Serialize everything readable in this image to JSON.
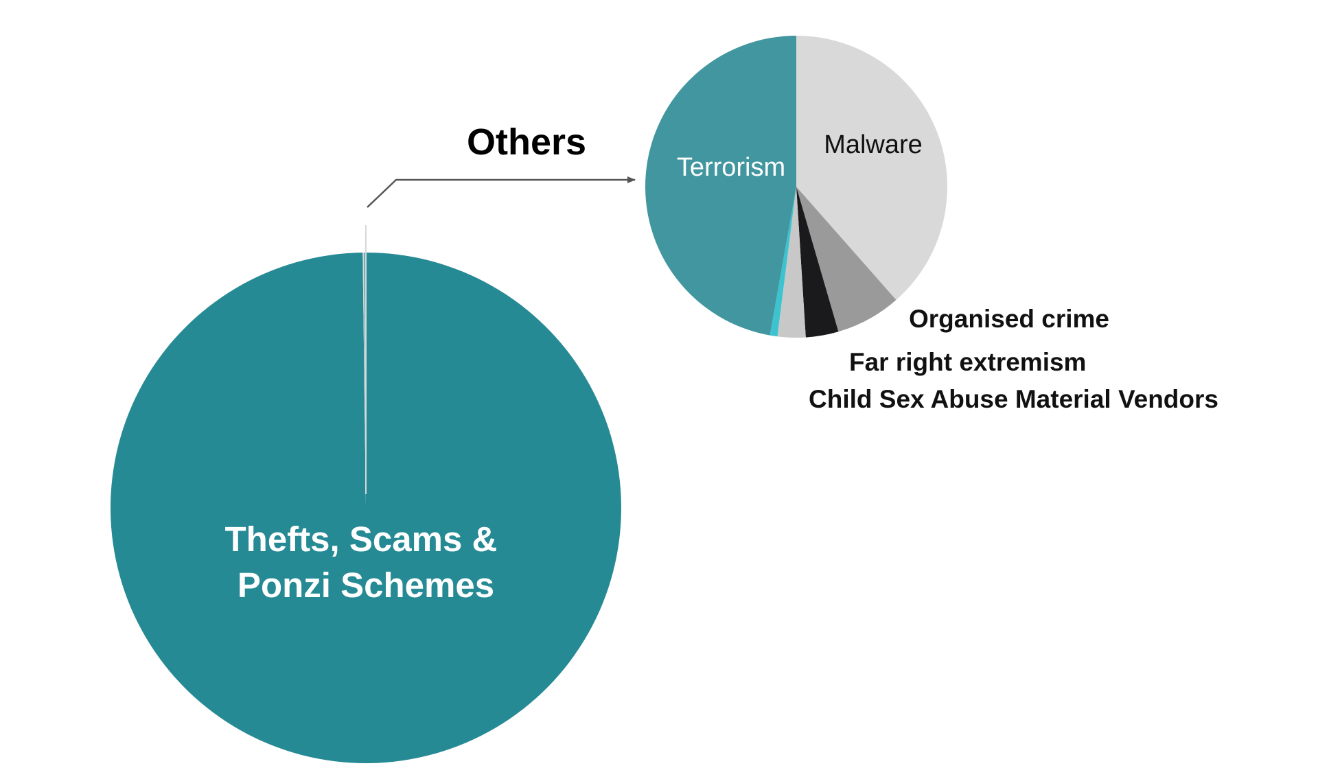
{
  "chart_data": [
    {
      "type": "pie",
      "labels": [
        "Thefts, Scams &",
        "Ponzi Schemes"
      ],
      "slices": [
        {
          "label": "Thefts, Scams & Ponzi Schemes",
          "value": 99.9,
          "color": "#268a95"
        },
        {
          "label": "Others",
          "value": 0.1,
          "color": "#cfd8da"
        }
      ]
    },
    {
      "type": "pie",
      "title": "Others",
      "slices": [
        {
          "label": "Malware",
          "value": 38.5,
          "color": "#d9d9d9"
        },
        {
          "label": "Organised crime",
          "value": 7.0,
          "color": "#9a9a9a"
        },
        {
          "label": "Far right extremism",
          "value": 3.5,
          "color": "#1a1a1c"
        },
        {
          "label": "Child Sex Abuse Material Vendors",
          "value": 3.0,
          "color": "#c8c8c8"
        },
        {
          "label": "",
          "value": 0.8,
          "color": "#3cc3cf"
        },
        {
          "label": "Terrorism",
          "value": 47.2,
          "color": "#41969f"
        }
      ]
    }
  ],
  "colors": {
    "connector": "#555555",
    "divider": "#d8d8d8"
  }
}
